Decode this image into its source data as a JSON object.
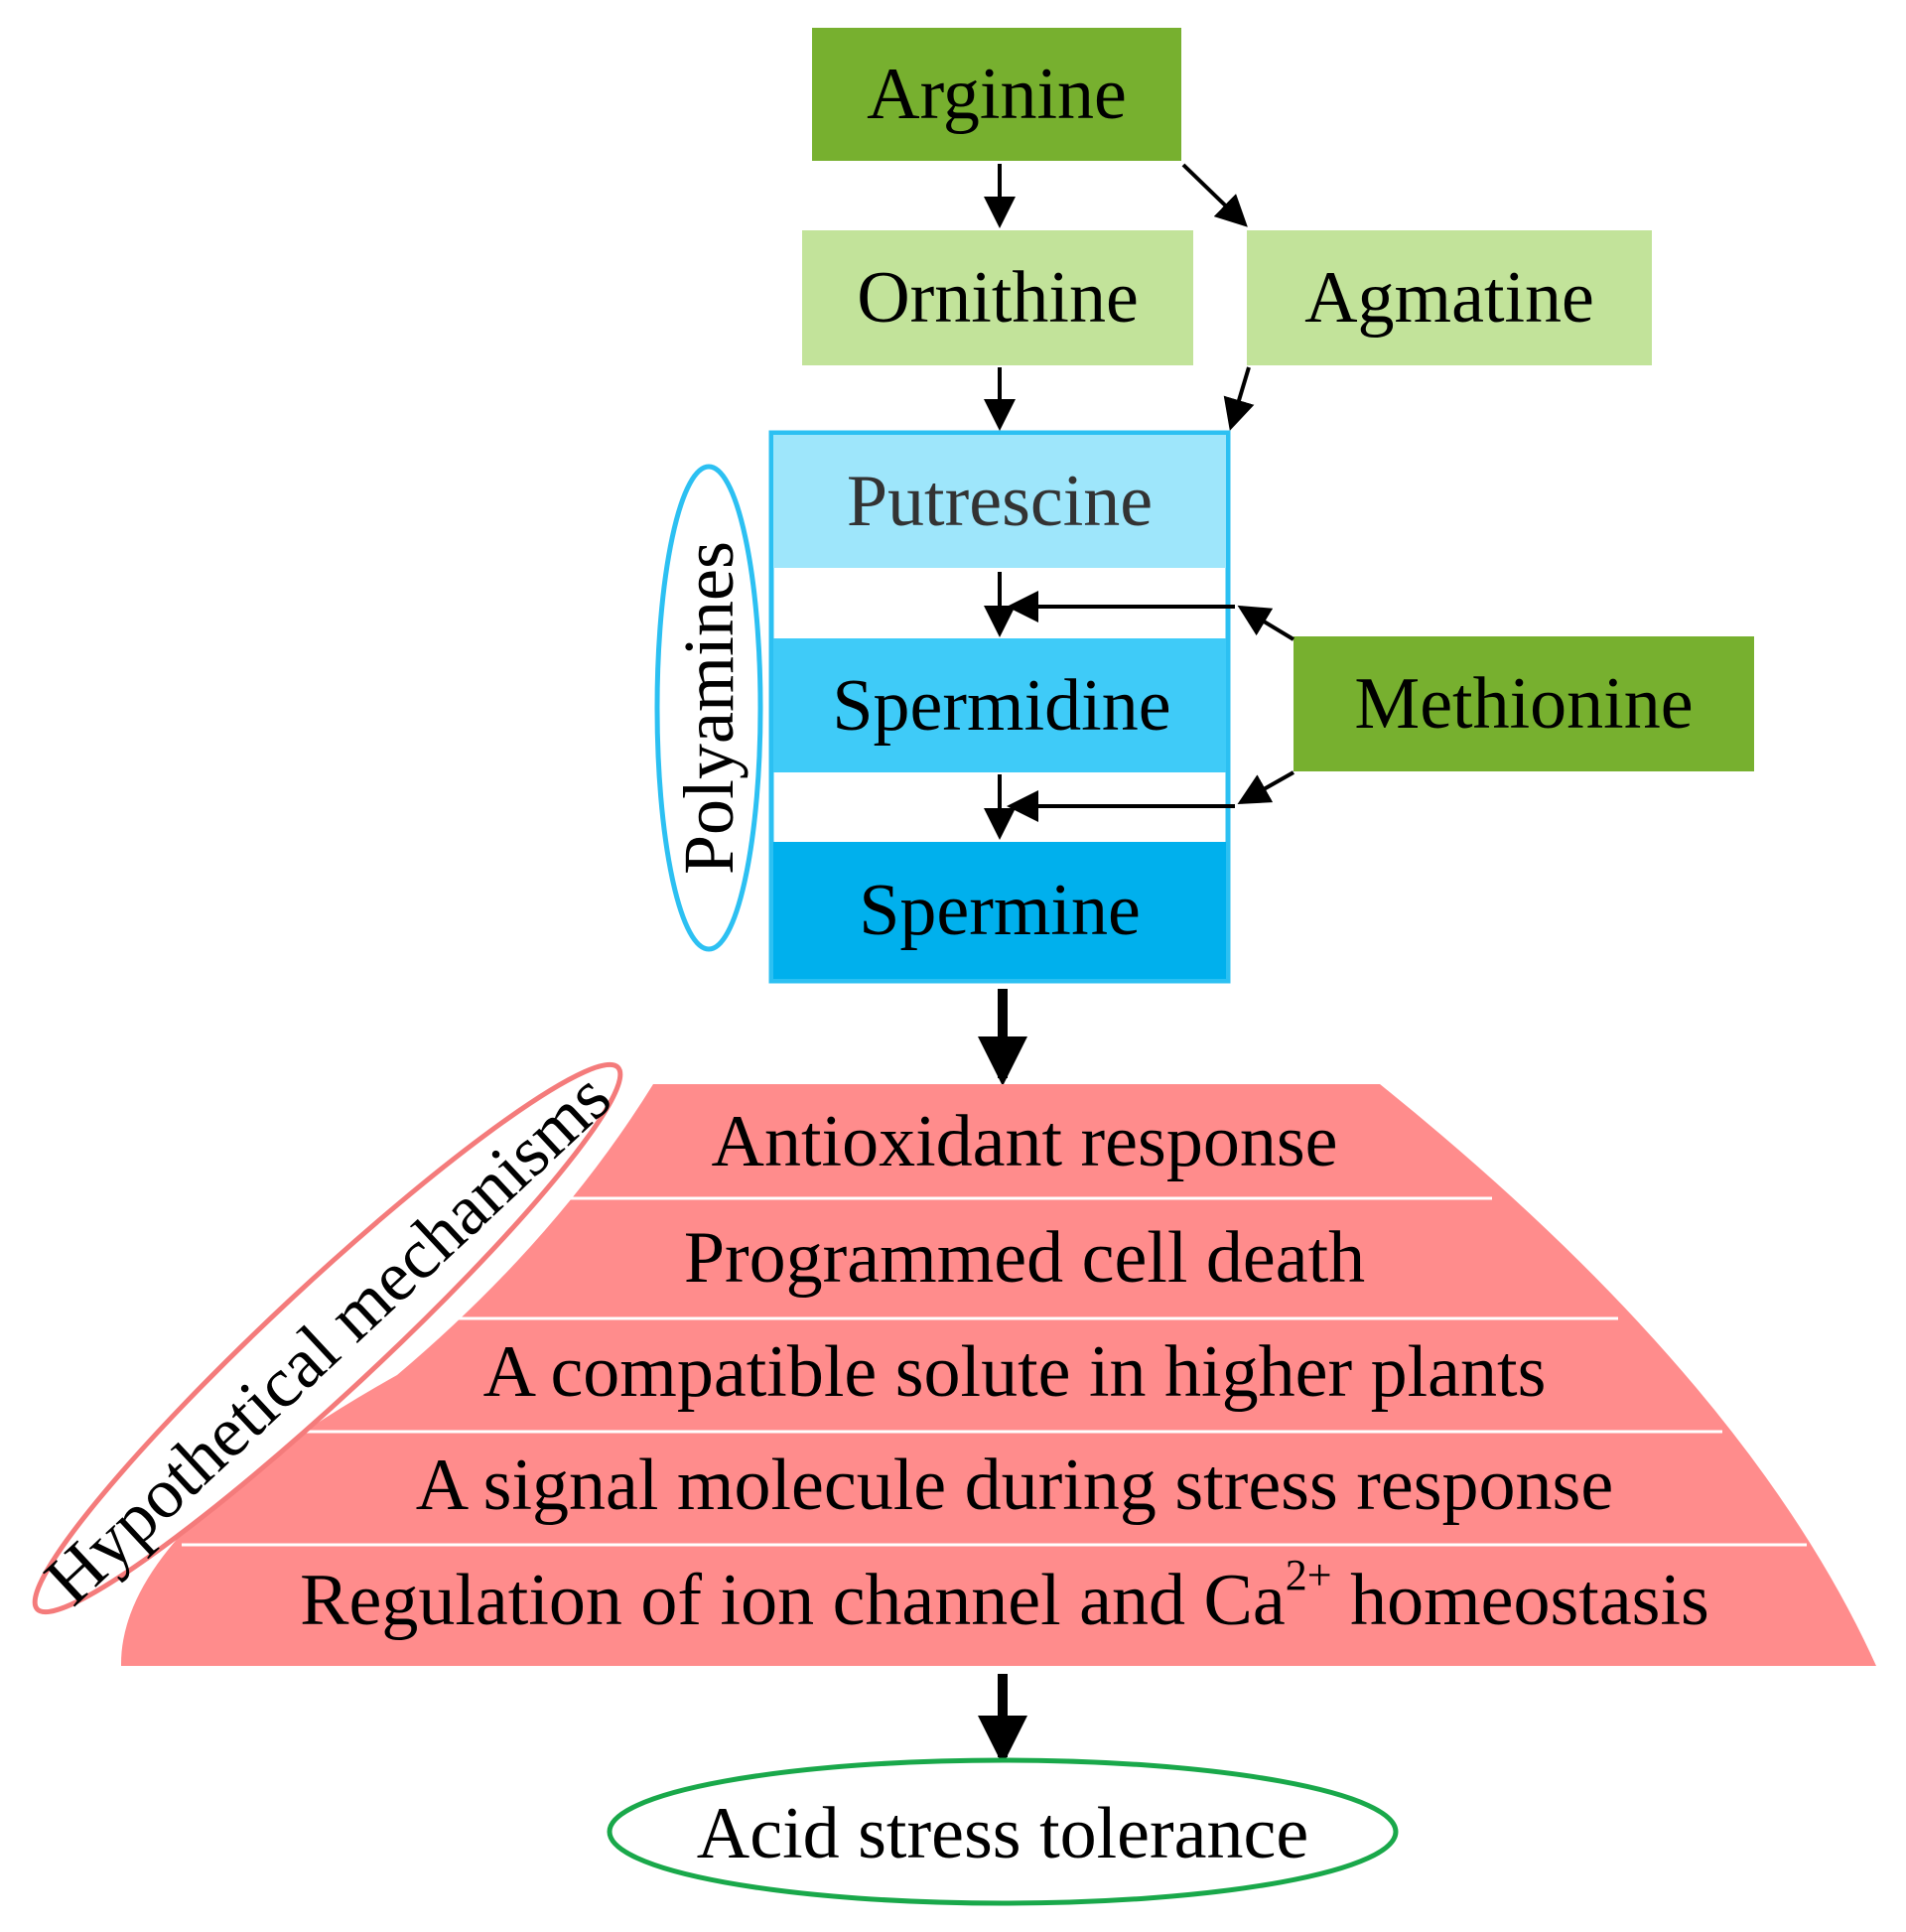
{
  "nodes": {
    "arginine": "Arginine",
    "ornithine": "Ornithine",
    "agmatine": "Agmatine",
    "methionine": "Methionine"
  },
  "polyamines": {
    "group_label": "Polyamines",
    "items": [
      "Putrescine",
      "Spermidine",
      "Spermine"
    ]
  },
  "mechanisms": {
    "group_label": "Hypothetical mechanisms",
    "items": [
      "Antioxidant response",
      "Programmed cell death",
      "A compatible solute in higher plants",
      "A signal molecule during stress response"
    ],
    "last_item": {
      "prefix": "Regulation of ion channel and Ca",
      "superscript": "2+",
      "suffix": " homeostasis"
    }
  },
  "outcome": "Acid stress tolerance",
  "colors": {
    "dark_green": "#77b02f",
    "light_green": "#c2e39a",
    "putrescine": "#9ee6fb",
    "spermidine": "#3fcbf8",
    "spermine": "#00b0ed",
    "polyamine_border": "#2cc0f2",
    "mechanism_fill": "#ff8c8c",
    "mechanism_outline": "#f47b7b",
    "outcome_outline": "#19a84a",
    "text_dark": "#000000",
    "text_grey": "#333333"
  }
}
